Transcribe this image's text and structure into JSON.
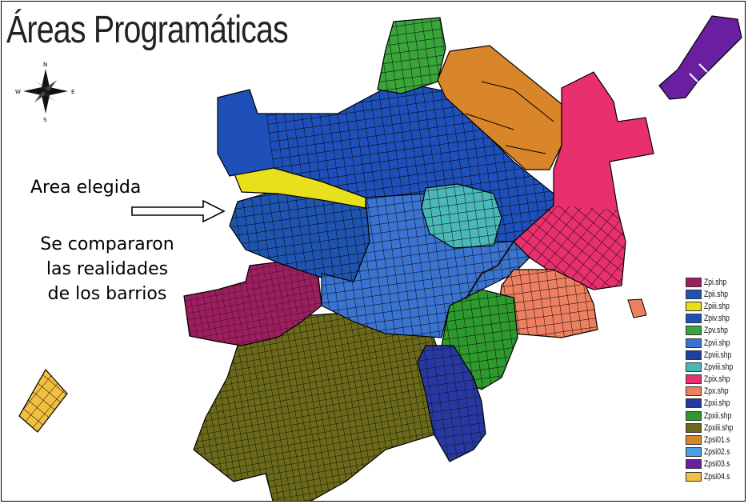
{
  "title": "Áreas Programáticas",
  "compass": {
    "n": "N",
    "s": "S",
    "e": "E",
    "w": "W"
  },
  "annotation": {
    "label": "Area elegida",
    "lines": [
      "Se compararon",
      "las realidades",
      "de los barrios"
    ]
  },
  "legend": [
    {
      "label": "Zpi.shp",
      "color": "#9b1f5e"
    },
    {
      "label": "Zpii.shp",
      "color": "#1f55b0"
    },
    {
      "label": "Zpiii.shp",
      "color": "#e8e01c"
    },
    {
      "label": "Zpiv.shp",
      "color": "#1f4fb8"
    },
    {
      "label": "Zpv.shp",
      "color": "#3aa53a"
    },
    {
      "label": "Zpvi.shp",
      "color": "#3a74d0"
    },
    {
      "label": "Zpvii.shp",
      "color": "#2040a0"
    },
    {
      "label": "Zpviii.shp",
      "color": "#4ab8b8"
    },
    {
      "label": "Zpix.shp",
      "color": "#e8306e"
    },
    {
      "label": "Zpx.shp",
      "color": "#ec8060"
    },
    {
      "label": "Zpxi.shp",
      "color": "#2838a0"
    },
    {
      "label": "Zpxii.shp",
      "color": "#2e9a2e"
    },
    {
      "label": "Zpxiii.shp",
      "color": "#6b6a1a"
    },
    {
      "label": "Zpsi01.s",
      "color": "#d9852a"
    },
    {
      "label": "Zpsi02.s",
      "color": "#4aa0e0"
    },
    {
      "label": "Zpsi03.s",
      "color": "#6a1fa0"
    },
    {
      "label": "Zpsi04.s",
      "color": "#f2c040"
    }
  ]
}
